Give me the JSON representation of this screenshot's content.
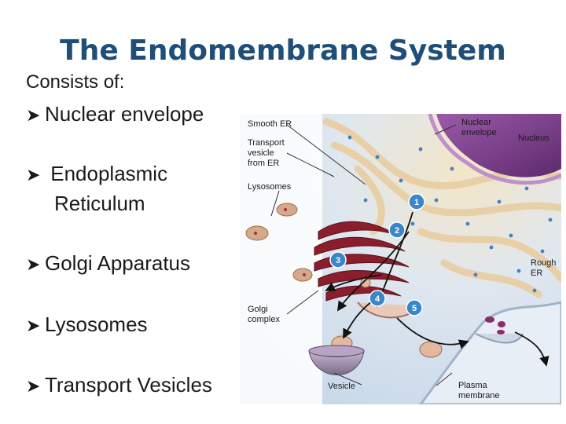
{
  "slide": {
    "title": "The Endomembrane System",
    "intro": "Consists of:",
    "bullets": [
      {
        "line1": "Nuclear envelope"
      },
      {
        "line1": "Endoplasmic",
        "line2": "Reticulum"
      },
      {
        "line1": "Golgi Apparatus"
      },
      {
        "line1": "Lysosomes"
      },
      {
        "line1": "Transport Vesicles"
      }
    ],
    "bullet_icon": "arrowhead-bullet-icon"
  },
  "diagram": {
    "labels": {
      "smooth_er": "Smooth ER",
      "transport_1": "Transport",
      "transport_2": "vesicle",
      "transport_3": "from ER",
      "lysosomes": "Lysosomes",
      "golgi_1": "Golgi",
      "golgi_2": "complex",
      "vesicle": "Vesicle",
      "nuclear_1": "Nuclear",
      "nuclear_2": "envelope",
      "nucleus": "Nucleus",
      "rough_1": "Rough",
      "rough_2": "ER",
      "plasma_1": "Plasma",
      "plasma_2": "membrane"
    },
    "steps": [
      "1",
      "2",
      "3",
      "4",
      "5"
    ],
    "colors": {
      "nucleus": "#7a3d8c",
      "er": "#f2dcc2",
      "golgi": "#8b1e2d",
      "step_circle": "#3a86c8",
      "background": "#d9e6f2"
    }
  }
}
